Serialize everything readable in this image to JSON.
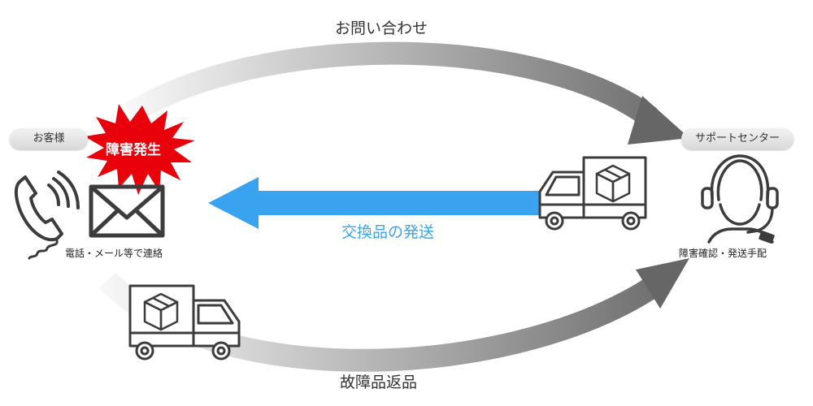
{
  "labels": {
    "inquiry": "お問い合わせ",
    "exchange": "交換品の発送",
    "return": "故障品返品",
    "customer": "お客様",
    "support": "サポートセンター",
    "failure": "障害発生",
    "contact": "電話・メール等で連絡",
    "support_action": "障害確認・発送手配"
  },
  "colors": {
    "gray_arrow": "#6b6b6b",
    "blue_arrow": "#3aa3f0",
    "burst": "#e8000b",
    "icon_stroke": "#3c3c3c"
  },
  "icons": [
    "phone-icon",
    "mail-icon",
    "truck-icon",
    "box-icon",
    "headset-icon"
  ]
}
